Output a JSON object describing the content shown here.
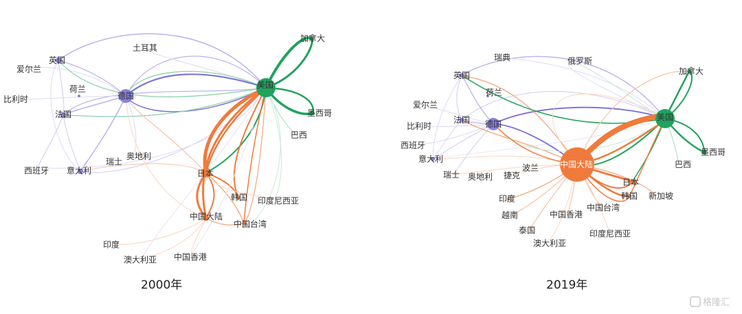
{
  "colors": {
    "north_america": "#1fa35c",
    "europe": "#8a80e0",
    "asia": "#f0783c",
    "faint_green": "#a8dcbf",
    "faint_blue": "#cfcbf2",
    "faint_orange": "#f7c3a6"
  },
  "panels": [
    {
      "caption": "2000年",
      "nodes": {
        "usa": "美国",
        "canada": "加拿大",
        "mexico": "墨西哥",
        "brazil": "巴西",
        "uk": "英国",
        "ireland": "爱尔兰",
        "belgium": "比利时",
        "netherlands": "荷兰",
        "germany": "德国",
        "france": "法国",
        "spain": "西班牙",
        "italy": "意大利",
        "switzerland": "瑞士",
        "austria": "奥地利",
        "turkey": "土耳其",
        "japan": "日本",
        "korea": "韩国",
        "indonesia": "印度尼西亚",
        "china": "中国大陆",
        "taiwan": "中国台湾",
        "india": "印度",
        "australia": "澳大利亚",
        "hongkong": "中国香港"
      }
    },
    {
      "caption": "2019年",
      "nodes": {
        "sweden": "瑞典",
        "russia": "俄罗斯",
        "canada": "加拿大",
        "uk": "英国",
        "netherlands": "荷兰",
        "ireland": "爱尔兰",
        "belgium": "比利时",
        "france": "法国",
        "germany": "德国",
        "usa": "美国",
        "spain": "西班牙",
        "italy": "意大利",
        "mexico": "墨西哥",
        "brazil": "巴西",
        "china": "中国大陆",
        "switzerland": "瑞士",
        "austria": "奥地利",
        "czech": "捷克",
        "poland": "波兰",
        "japan": "日本",
        "korea": "韩国",
        "singapore": "新加坡",
        "india": "印度",
        "vietnam": "越南",
        "thailand": "泰国",
        "hongkong": "中国香港",
        "taiwan": "中国台湾",
        "australia": "澳大利亚",
        "indonesia": "印度尼西亚"
      }
    }
  ],
  "watermark": "格隆汇"
}
